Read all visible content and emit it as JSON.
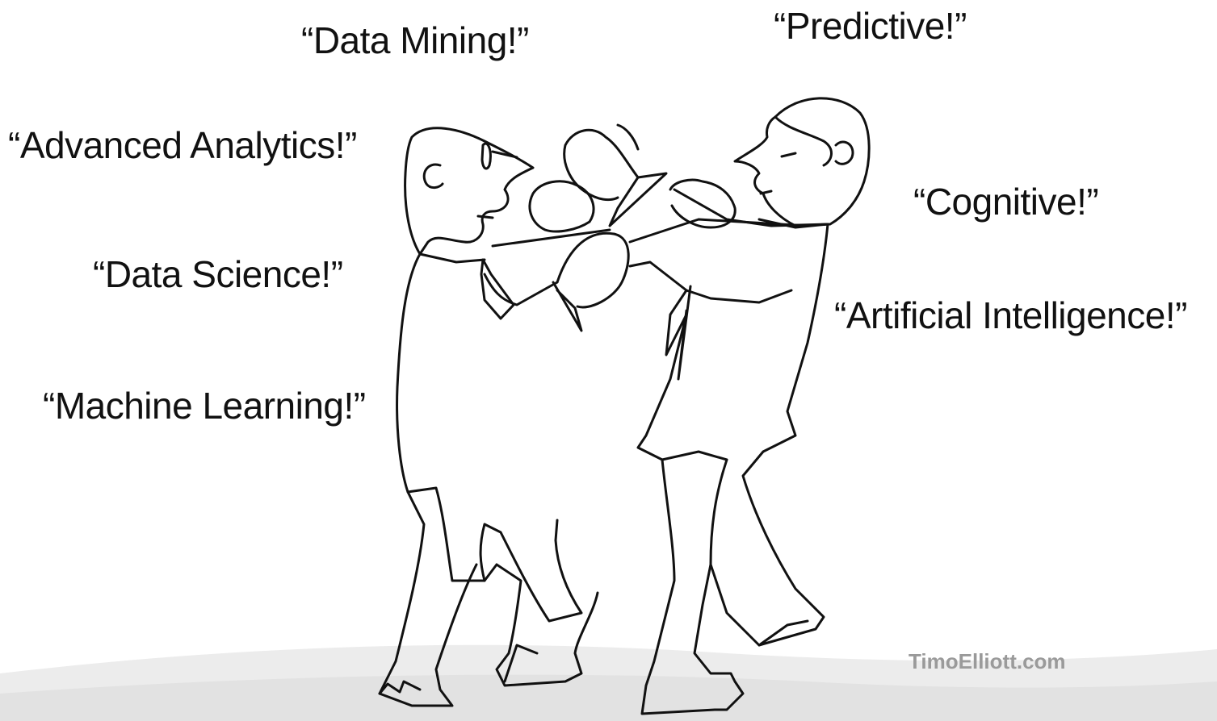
{
  "quotes": {
    "data_mining": "“Data Mining!”",
    "predictive": "“Predictive!”",
    "advanced_analytics": "“Advanced Analytics!”",
    "cognitive": "“Cognitive!”",
    "data_science": "“Data Science!”",
    "artificial_intelligence": "“Artificial Intelligence!”",
    "machine_learning": "“Machine Learning!”"
  },
  "credit": "TimoElliott.com",
  "colors": {
    "background": "#ffffff",
    "ink": "#111111",
    "ground": "#e6e6e6",
    "credit": "#9a9a9a"
  }
}
